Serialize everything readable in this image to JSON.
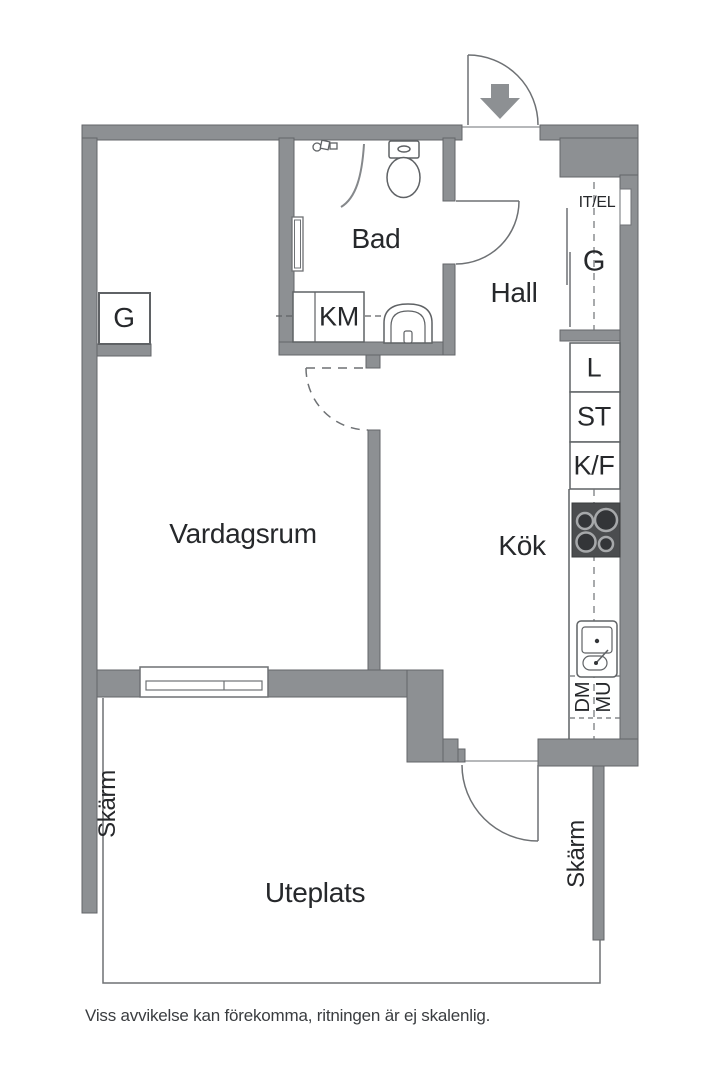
{
  "rooms": {
    "vardagsrum": "Vardagsrum",
    "bad": "Bad",
    "hall": "Hall",
    "kok": "Kök",
    "uteplats": "Uteplats"
  },
  "fixtures": {
    "closet_livingroom": "G",
    "closet_hall": "G",
    "it_el": "IT/EL",
    "washing_machine": "KM",
    "linen_cabinet": "L",
    "cleaning_cabinet": "ST",
    "fridge_freezer": "K/F",
    "dishwasher": "DM",
    "microwave": "MU"
  },
  "outdoor": {
    "screen_left": "Skärm",
    "screen_right": "Skärm"
  },
  "footer": {
    "disclaimer": "Viss avvikelse kan förekomma, ritningen är ej skalenlig."
  },
  "colors": {
    "wall": "#8d9093",
    "wall_outline": "#63666a",
    "thin_line": "#5f6265",
    "stove_body": "#4b4d4f",
    "burner_ring": "#a6a8aa",
    "text": "#26282b"
  },
  "icons": {
    "entrance": "down-arrow-icon",
    "toilet": "toilet-icon",
    "shower": "shower-mixer-icon",
    "shower_curtain": "curtain-rod-icon",
    "radiator": "radiator-icon",
    "bathroom_sink": "washbasin-icon",
    "stove": "cooktop-4-burner-icon",
    "kitchen_sink": "kitchen-sink-icon",
    "window": "window-icon",
    "doors": "door-swing-icon"
  }
}
